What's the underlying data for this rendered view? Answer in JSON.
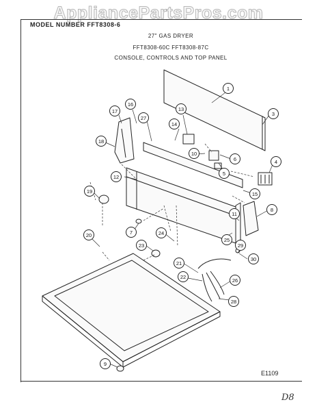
{
  "watermark": "AppliancePartsPros.com",
  "model_label": "MODEL NUMBER FFT8308-6",
  "header": {
    "line1": "27\" GAS DRYER",
    "line2": "FFT8308-60C  FFT8308-87C",
    "line3": "CONSOLE, CONTROLS AND TOP PANEL"
  },
  "diagram_code": "E1109",
  "handwritten_mark": "D8",
  "callouts": [
    "1",
    "3",
    "4",
    "5",
    "6",
    "7",
    "8",
    "9",
    "10",
    "11",
    "12",
    "13",
    "14",
    "15",
    "16",
    "17",
    "18",
    "19",
    "20",
    "21",
    "22",
    "23",
    "24",
    "25",
    "26",
    "27",
    "28",
    "29",
    "30"
  ]
}
